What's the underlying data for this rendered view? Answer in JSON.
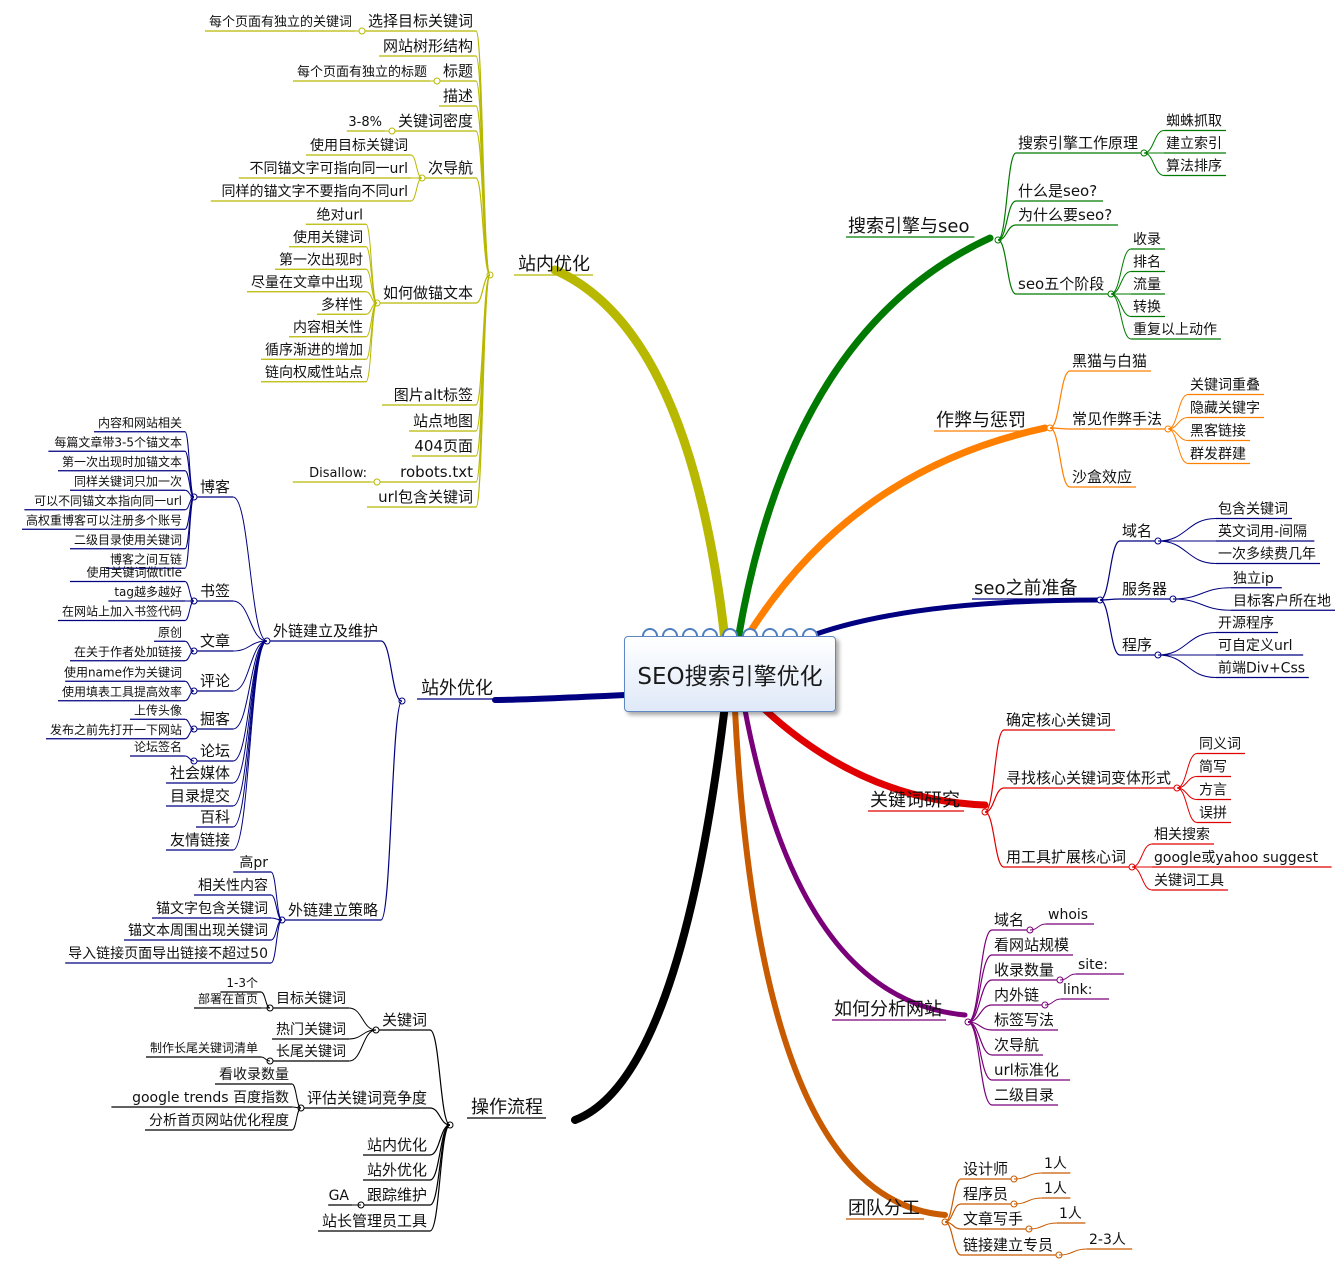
{
  "root": {
    "label": "SEO搜索引擎优化"
  },
  "branches": [
    {
      "key": "onsite",
      "label": "站内优化",
      "color": "#b8b800",
      "children": [
        {
          "label": "选择目标关键词",
          "notes": [
            "每个页面有独立的关键词"
          ]
        },
        {
          "label": "网站树形结构"
        },
        {
          "label": "标题",
          "notes": [
            "每个页面有独立的标题"
          ]
        },
        {
          "label": "描述"
        },
        {
          "label": "关键词密度",
          "notes": [
            "3-8%"
          ]
        },
        {
          "label": "次导航",
          "notes": [
            "使用目标关键词",
            "不同锚文字可指向同一url",
            "同样的锚文字不要指向不同url"
          ]
        },
        {
          "label": "如何做锚文本",
          "notes": [
            "绝对url",
            "使用关键词",
            "第一次出现时",
            "尽量在文章中出现",
            "多样性",
            "内容相关性",
            "循序渐进的增加",
            "链向权威性站点"
          ]
        },
        {
          "label": "图片alt标签"
        },
        {
          "label": "站点地图"
        },
        {
          "label": "404页面"
        },
        {
          "label": "robots.txt",
          "notes": [
            "Disallow:"
          ]
        },
        {
          "label": "url包含关键词"
        }
      ]
    },
    {
      "key": "offsite",
      "label": "站外优化",
      "color": "#000080",
      "children": [
        {
          "label": "外链建立及维护",
          "children": [
            {
              "label": "博客",
              "notes": [
                "内容和网站相关",
                "每篇文章带3-5个锚文本",
                "第一次出现时加锚文本",
                "同样关键词只加一次",
                "可以不同锚文本指向同一url",
                "高权重博客可以注册多个账号",
                "二级目录使用关键词",
                "博客之间互链"
              ]
            },
            {
              "label": "书签",
              "notes": [
                "使用关键词做title",
                "tag越多越好",
                "在网站上加入书签代码"
              ]
            },
            {
              "label": "文章",
              "notes": [
                "原创",
                "在关于作者处加链接"
              ]
            },
            {
              "label": "评论",
              "notes": [
                "使用name作为关键词",
                "使用填表工具提高效率"
              ]
            },
            {
              "label": "掘客",
              "notes": [
                "上传头像",
                "发布之前先打开一下网站"
              ]
            },
            {
              "label": "论坛",
              "notes": [
                "论坛签名"
              ]
            },
            {
              "label": "社会媒体"
            },
            {
              "label": "目录提交"
            },
            {
              "label": "百科"
            },
            {
              "label": "友情链接"
            }
          ]
        },
        {
          "label": "外链建立策略",
          "notes": [
            "高pr",
            "相关性内容",
            "锚文字包含关键词",
            "锚文本周围出现关键词",
            "导入链接页面导出链接不超过50"
          ]
        }
      ]
    },
    {
      "key": "process",
      "label": "操作流程",
      "color": "#000000",
      "children": [
        {
          "label": "关键词",
          "children": [
            {
              "label": "目标关键词",
              "notes": [
                "1-3个",
                "部署在首页"
              ]
            },
            {
              "label": "热门关键词"
            },
            {
              "label": "长尾关键词",
              "notes": [
                "制作长尾关键词清单"
              ]
            }
          ]
        },
        {
          "label": "评估关键词竞争度",
          "notes": [
            "看收录数量",
            "google trends 百度指数",
            "分析首页网站优化程度"
          ]
        },
        {
          "label": "站内优化"
        },
        {
          "label": "站外优化"
        },
        {
          "label": "跟踪维护",
          "notes": [
            "GA"
          ]
        },
        {
          "label": "站长管理员工具"
        }
      ]
    },
    {
      "key": "engine",
      "label": "搜索引擎与seo",
      "color": "#007a00",
      "children": [
        {
          "label": "搜索引擎工作原理",
          "notes": [
            "蜘蛛抓取",
            "建立索引",
            "算法排序"
          ]
        },
        {
          "label": "什么是seo?"
        },
        {
          "label": "为什么要seo?"
        },
        {
          "label": "seo五个阶段",
          "notes": [
            "收录",
            "排名",
            "流量",
            "转换",
            "重复以上动作"
          ]
        }
      ]
    },
    {
      "key": "cheat",
      "label": "作弊与惩罚",
      "color": "#ff7f00",
      "children": [
        {
          "label": "黑猫与白猫"
        },
        {
          "label": "常见作弊手法",
          "notes": [
            "关键词重叠",
            "隐藏关键字",
            "黑客链接",
            "群发群建"
          ]
        },
        {
          "label": "沙盒效应"
        }
      ]
    },
    {
      "key": "prep",
      "label": "seo之前准备",
      "color": "#000080",
      "children": [
        {
          "label": "域名",
          "notes": [
            "包含关键词",
            "英文词用-间隔",
            "一次多续费几年"
          ]
        },
        {
          "label": "服务器",
          "notes": [
            "独立ip",
            "目标客户所在地"
          ]
        },
        {
          "label": "程序",
          "notes": [
            "开源程序",
            "可自定义url",
            "前端Div+Css"
          ]
        }
      ]
    },
    {
      "key": "kw",
      "label": "关键词研究",
      "color": "#e00000",
      "children": [
        {
          "label": "确定核心关键词"
        },
        {
          "label": "寻找核心关键词变体形式",
          "notes": [
            "同义词",
            "简写",
            "方言",
            "误拼"
          ]
        },
        {
          "label": "用工具扩展核心词",
          "notes": [
            "相关搜索",
            "google或yahoo suggest",
            "关键词工具"
          ]
        }
      ]
    },
    {
      "key": "analyze",
      "label": "如何分析网站",
      "color": "#7a007a",
      "children": [
        {
          "label": "域名",
          "notes": [
            "whois"
          ]
        },
        {
          "label": "看网站规模"
        },
        {
          "label": "收录数量",
          "notes": [
            "site:"
          ]
        },
        {
          "label": "内外链",
          "notes": [
            "link:"
          ]
        },
        {
          "label": "标签写法"
        },
        {
          "label": "次导航"
        },
        {
          "label": "url标准化"
        },
        {
          "label": "二级目录"
        }
      ]
    },
    {
      "key": "team",
      "label": "团队分工",
      "color": "#c85a00",
      "children": [
        {
          "label": "设计师",
          "notes": [
            "1人"
          ]
        },
        {
          "label": "程序员",
          "notes": [
            "1人"
          ]
        },
        {
          "label": "文章写手",
          "notes": [
            "1人"
          ]
        },
        {
          "label": "链接建立专员",
          "notes": [
            "2-3人"
          ]
        }
      ]
    }
  ]
}
